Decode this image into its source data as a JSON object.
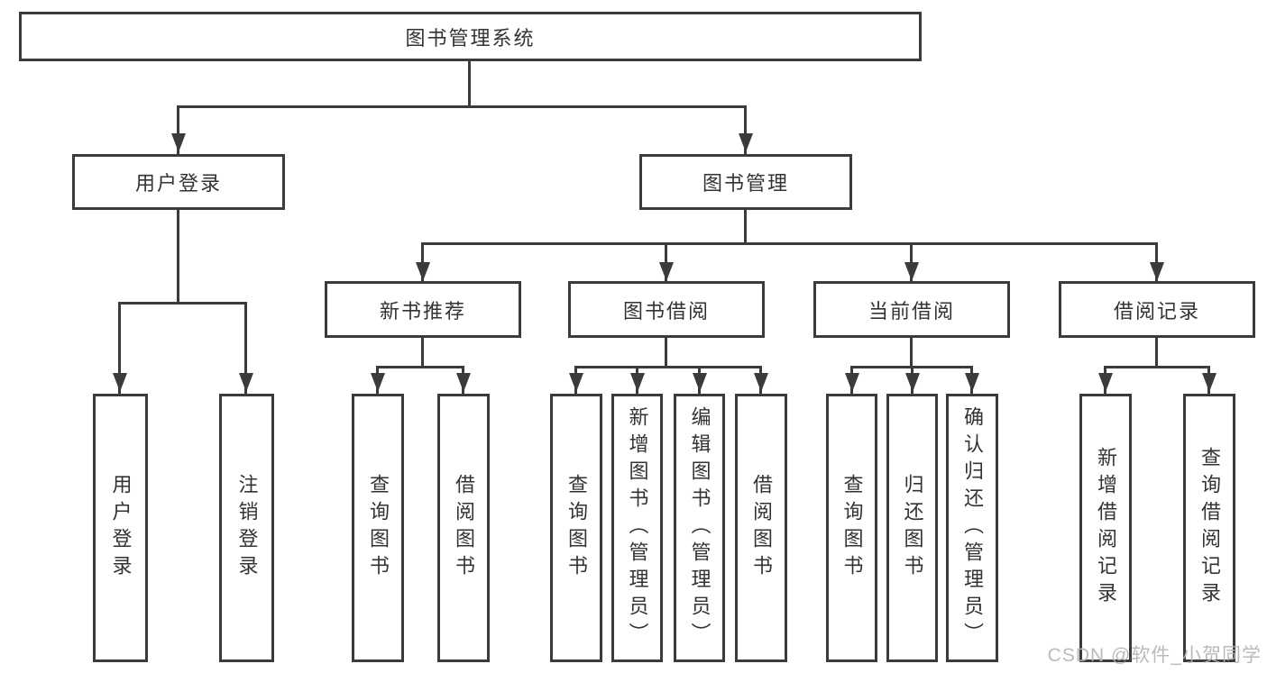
{
  "diagram": {
    "root": {
      "label": "图书管理系统"
    },
    "user_login": {
      "label": "用户登录",
      "children": [
        {
          "label": "用户登录"
        },
        {
          "label": "注销登录"
        }
      ]
    },
    "book_mgmt": {
      "label": "图书管理",
      "children": {
        "new_book_rec": {
          "label": "新书推荐",
          "children": [
            {
              "label": "查询图书"
            },
            {
              "label": "借阅图书"
            }
          ]
        },
        "book_borrow": {
          "label": "图书借阅",
          "children": [
            {
              "label": "查询图书"
            },
            {
              "label": "新增图书（管理员）"
            },
            {
              "label": "编辑图书（管理员）"
            },
            {
              "label": "借阅图书"
            }
          ]
        },
        "current_borrow": {
          "label": "当前借阅",
          "children": [
            {
              "label": "查询图书"
            },
            {
              "label": "归还图书"
            },
            {
              "label": "确认归还（管理员）"
            }
          ]
        },
        "borrow_record": {
          "label": "借阅记录",
          "children": [
            {
              "label": "新增借阅记录"
            },
            {
              "label": "查询借阅记录"
            }
          ]
        }
      }
    },
    "watermark": "CSDN @软件_小贺同学",
    "colors": {
      "line": "#3b3b3b",
      "text": "#333333",
      "watermark": "#b3b3b3",
      "background": "#ffffff"
    }
  }
}
